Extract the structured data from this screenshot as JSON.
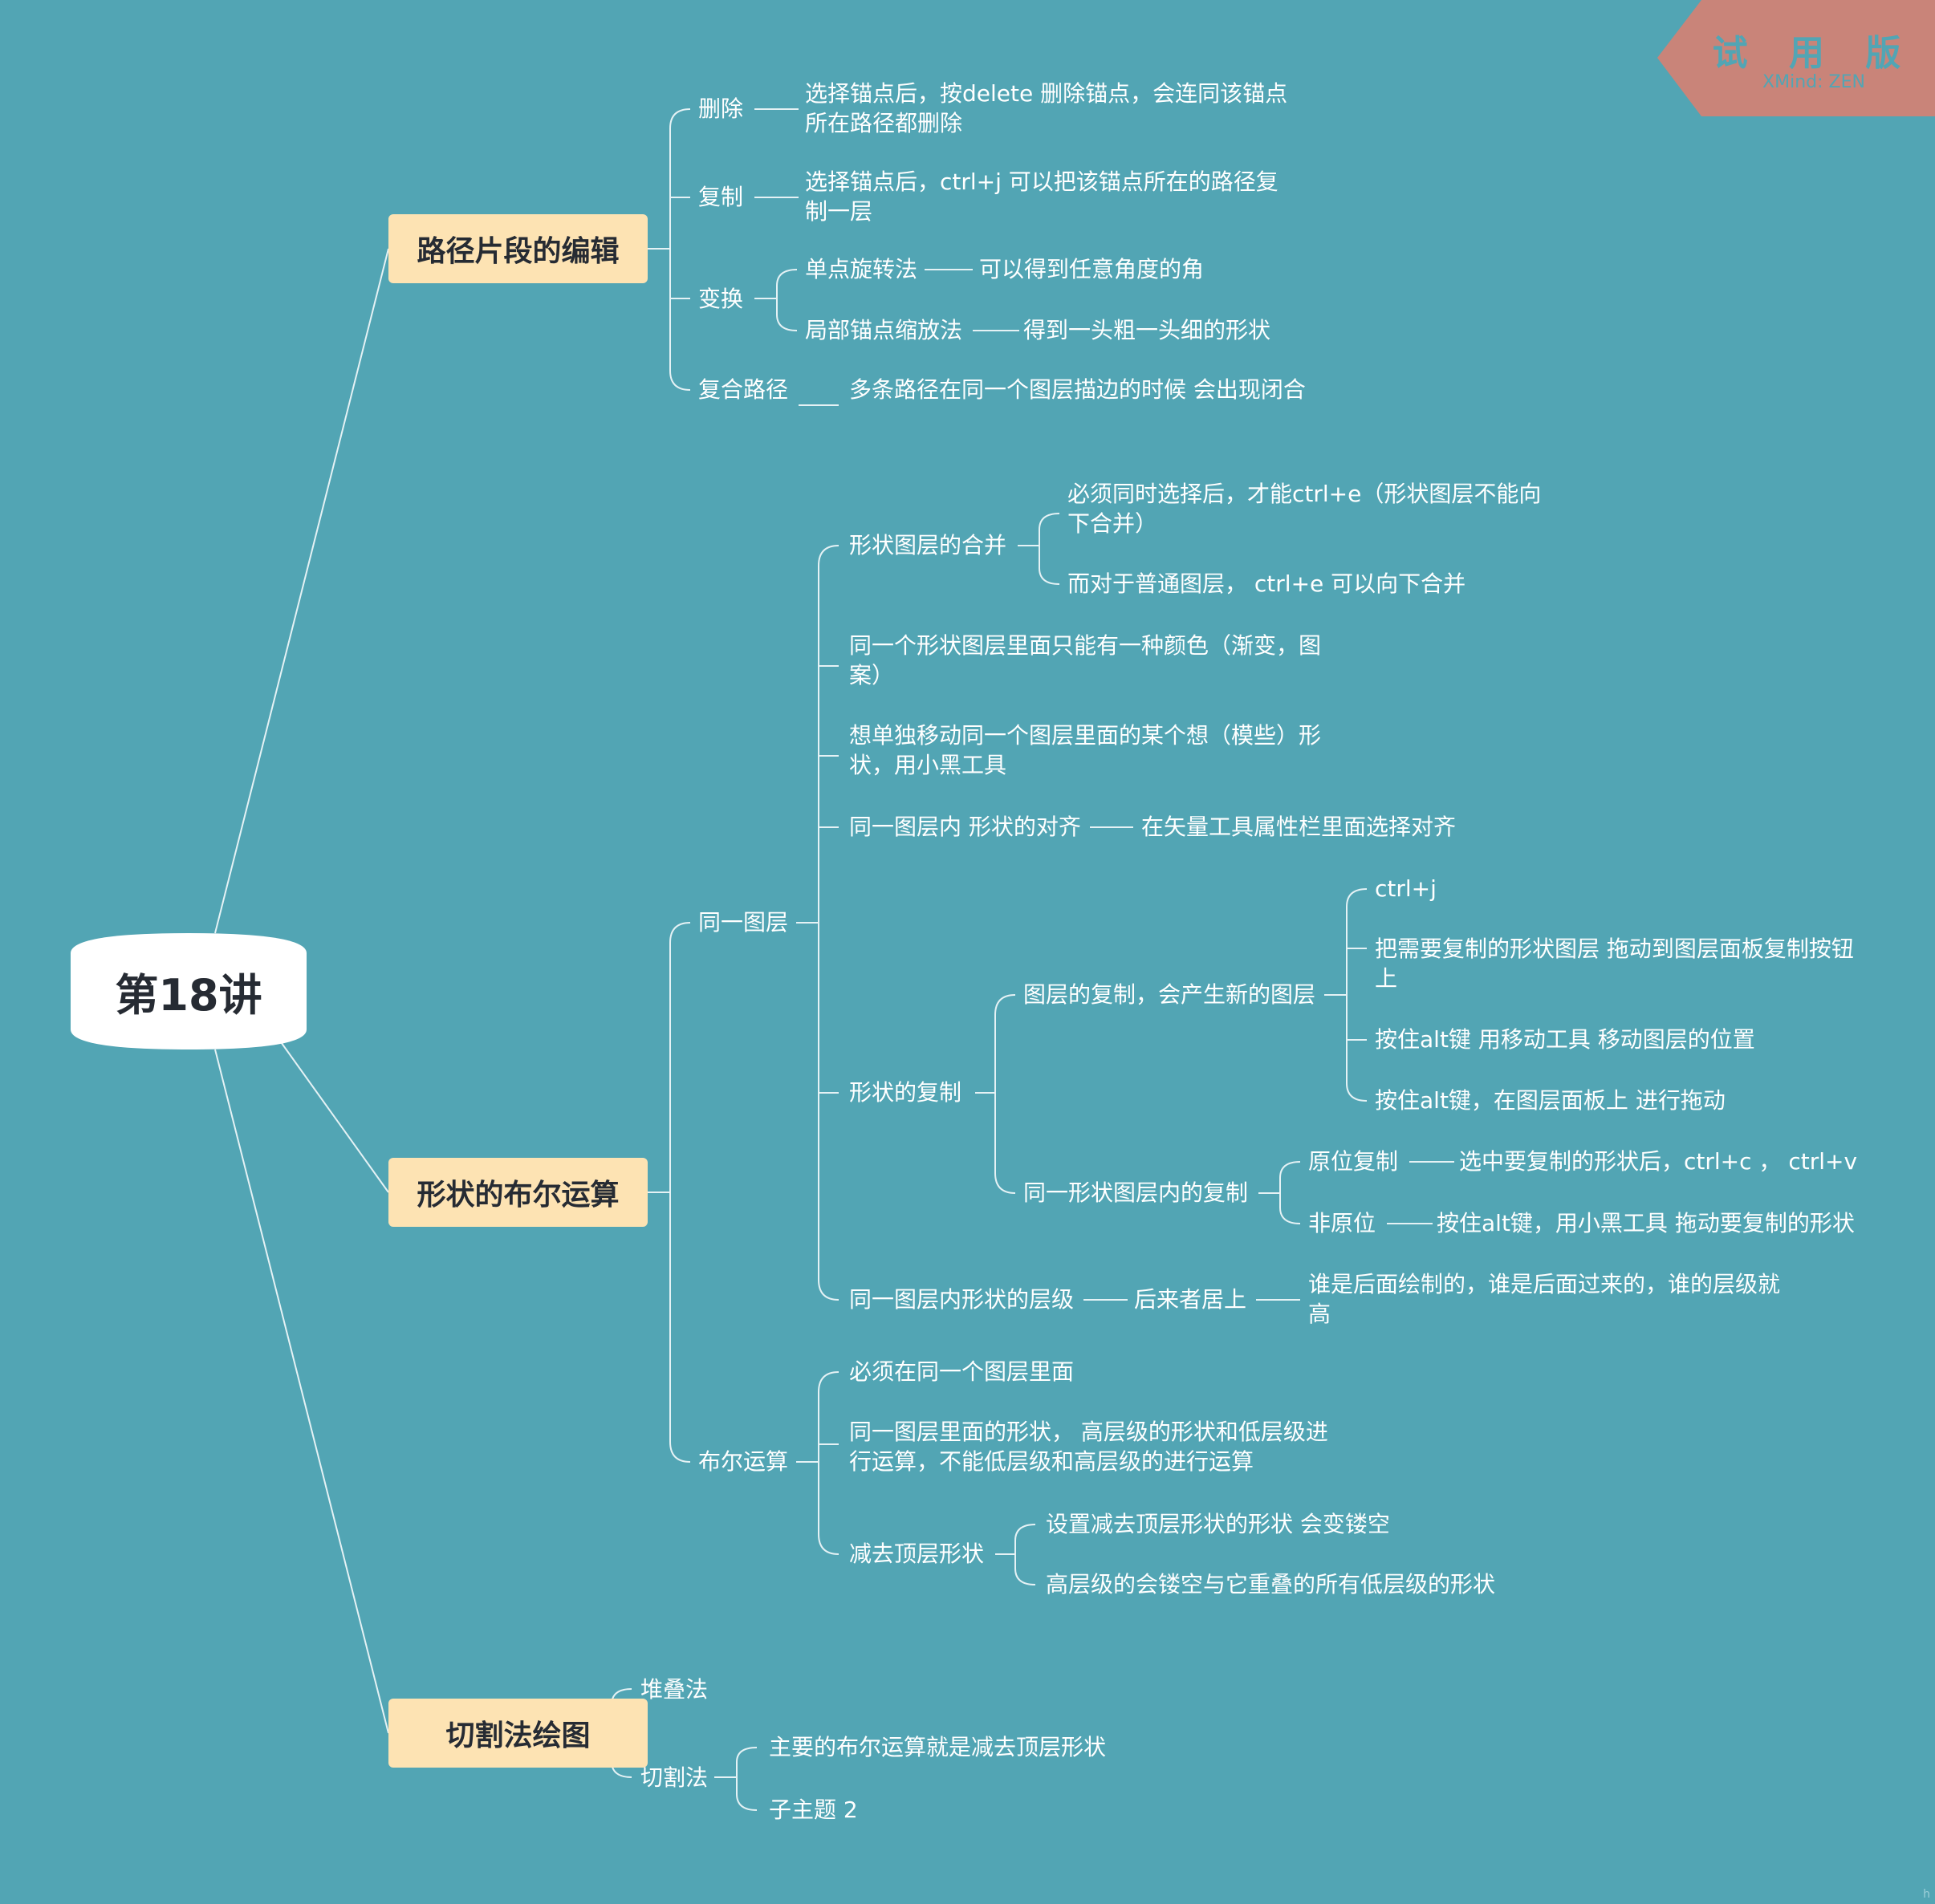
{
  "watermark": {
    "title": "试 用 版",
    "subtitle": "XMind: ZEN"
  },
  "corner_mark": "h",
  "root": "第18讲",
  "branches": {
    "b1": {
      "title": "路径片段的编辑",
      "del": {
        "label": "删除",
        "detail": "选择锚点后，按delete 删除锚点，会连同该锚点\n所在路径都删除"
      },
      "copy": {
        "label": "复制",
        "detail": "选择锚点后，ctrl+j 可以把该锚点所在的路径复\n制一层"
      },
      "transform": {
        "label": "变换",
        "rotate": {
          "label": "单点旋转法",
          "detail": "可以得到任意角度的角"
        },
        "scale": {
          "label": "局部锚点缩放法",
          "detail": "得到一头粗一头细的形状"
        }
      },
      "compound": {
        "label": "复合路径",
        "detail": "多条路径在同一个图层描边的时候 会出现闭合"
      }
    },
    "b2": {
      "title": "形状的布尔运算",
      "same": {
        "label": "同一图层",
        "merge": {
          "label": "形状图层的合并",
          "c1": "必须同时选择后，才能ctrl+e（形状图层不能向\n下合并）",
          "c2": "而对于普通图层， ctrl+e 可以向下合并"
        },
        "one_color": "同一个形状图层里面只能有一种颜色（渐变，图\n案）",
        "move": "想单独移动同一个图层里面的某个想（模些）形\n状，用小黑工具",
        "align": {
          "label": "同一图层内 形状的对齐",
          "detail": "在矢量工具属性栏里面选择对齐"
        },
        "dup": {
          "label": "形状的复制",
          "layer": {
            "label": "图层的复制，会产生新的图层",
            "c1": "ctrl+j",
            "c2": "把需要复制的形状图层 拖动到图层面板复制按钮\n上",
            "c3": "按住alt键 用移动工具 移动图层的位置",
            "c4": "按住alt键，在图层面板上 进行拖动"
          },
          "inner": {
            "label": "同一形状图层内的复制",
            "inplace": {
              "label": "原位复制",
              "detail": "选中要复制的形状后，ctrl+c ， ctrl+v"
            },
            "offset": {
              "label": "非原位",
              "detail": "按住alt键，用小黑工具 拖动要复制的形状"
            }
          }
        },
        "level": {
          "label": "同一图层内形状的层级",
          "rule": "后来者居上",
          "detail": "谁是后面绘制的，谁是后面过来的，谁的层级就\n高"
        }
      },
      "bool": {
        "label": "布尔运算",
        "c1": "必须在同一个图层里面",
        "c2": "同一图层里面的形状， 高层级的形状和低层级进\n行运算，不能低层级和高层级的进行运算",
        "sub": {
          "label": "减去顶层形状",
          "c1": "设置减去顶层形状的形状 会变镂空",
          "c2": "高层级的会镂空与它重叠的所有低层级的形状"
        }
      }
    },
    "b3": {
      "title": "切割法绘图",
      "stack": "堆叠法",
      "cut": {
        "label": "切割法",
        "c1": "主要的布尔运算就是减去顶层形状",
        "c2": "子主题 2"
      }
    }
  }
}
